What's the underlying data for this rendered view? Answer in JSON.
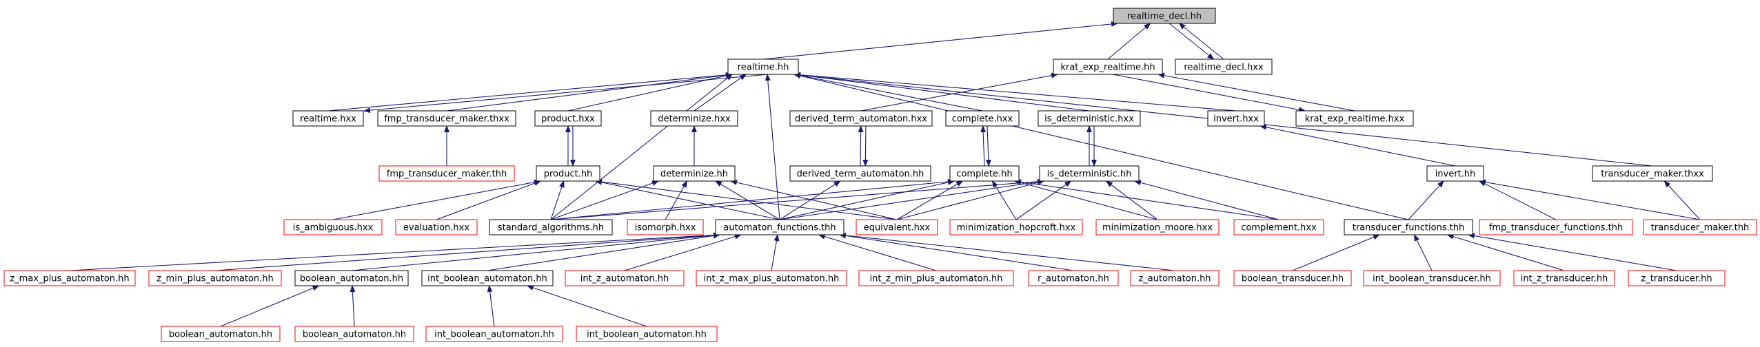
{
  "graph": {
    "colors": {
      "normal_border": "#000000",
      "missing_border": "#ff0000",
      "root_fill": "#bfbfbf",
      "node_fill": "#ffffff",
      "edge": "#191970"
    },
    "nodes": [
      {
        "id": "realtime_decl_hh",
        "label": "realtime_decl.hh",
        "status": "root"
      },
      {
        "id": "realtime_hh",
        "label": "realtime.hh",
        "status": "normal"
      },
      {
        "id": "krat_exp_realtime_hh",
        "label": "krat_exp_realtime.hh",
        "status": "normal"
      },
      {
        "id": "realtime_decl_hxx",
        "label": "realtime_decl.hxx",
        "status": "normal"
      },
      {
        "id": "realtime_hxx",
        "label": "realtime.hxx",
        "status": "normal"
      },
      {
        "id": "fmp_transducer_maker_thxx",
        "label": "fmp_transducer_maker.thxx",
        "status": "normal"
      },
      {
        "id": "product_hxx",
        "label": "product.hxx",
        "status": "normal"
      },
      {
        "id": "determinize_hxx",
        "label": "determinize.hxx",
        "status": "normal"
      },
      {
        "id": "derived_term_automaton_hxx",
        "label": "derived_term_automaton.hxx",
        "status": "normal"
      },
      {
        "id": "complete_hxx",
        "label": "complete.hxx",
        "status": "normal"
      },
      {
        "id": "is_deterministic_hxx",
        "label": "is_deterministic.hxx",
        "status": "normal"
      },
      {
        "id": "invert_hxx",
        "label": "invert.hxx",
        "status": "normal"
      },
      {
        "id": "krat_exp_realtime_hxx",
        "label": "krat_exp_realtime.hxx",
        "status": "normal"
      },
      {
        "id": "fmp_transducer_maker_thh",
        "label": "fmp_transducer_maker.thh",
        "status": "missing"
      },
      {
        "id": "product_hh",
        "label": "product.hh",
        "status": "normal"
      },
      {
        "id": "determinize_hh",
        "label": "determinize.hh",
        "status": "normal"
      },
      {
        "id": "derived_term_automaton_hh",
        "label": "derived_term_automaton.hh",
        "status": "normal"
      },
      {
        "id": "complete_hh",
        "label": "complete.hh",
        "status": "normal"
      },
      {
        "id": "is_deterministic_hh",
        "label": "is_deterministic.hh",
        "status": "normal"
      },
      {
        "id": "invert_hh",
        "label": "invert.hh",
        "status": "normal"
      },
      {
        "id": "transducer_maker_thxx",
        "label": "transducer_maker.thxx",
        "status": "normal"
      },
      {
        "id": "is_ambiguous_hxx",
        "label": "is_ambiguous.hxx",
        "status": "missing"
      },
      {
        "id": "evaluation_hxx",
        "label": "evaluation.hxx",
        "status": "missing"
      },
      {
        "id": "standard_algorithms_hh",
        "label": "standard_algorithms.hh",
        "status": "normal"
      },
      {
        "id": "isomorph_hxx",
        "label": "isomorph.hxx",
        "status": "missing"
      },
      {
        "id": "automaton_functions_thh",
        "label": "automaton_functions.thh",
        "status": "normal"
      },
      {
        "id": "equivalent_hxx",
        "label": "equivalent.hxx",
        "status": "missing"
      },
      {
        "id": "minimization_hopcroft_hxx",
        "label": "minimization_hopcroft.hxx",
        "status": "missing"
      },
      {
        "id": "minimization_moore_hxx",
        "label": "minimization_moore.hxx",
        "status": "missing"
      },
      {
        "id": "complement_hxx",
        "label": "complement.hxx",
        "status": "missing"
      },
      {
        "id": "transducer_functions_thh",
        "label": "transducer_functions.thh",
        "status": "normal"
      },
      {
        "id": "fmp_transducer_functions_thh",
        "label": "fmp_transducer_functions.thh",
        "status": "missing"
      },
      {
        "id": "transducer_maker_thh",
        "label": "transducer_maker.thh",
        "status": "missing"
      },
      {
        "id": "z_max_plus_automaton_hh",
        "label": "z_max_plus_automaton.hh",
        "status": "missing"
      },
      {
        "id": "z_min_plus_automaton_hh",
        "label": "z_min_plus_automaton.hh",
        "status": "missing"
      },
      {
        "id": "boolean_automaton_hh_a",
        "label": "boolean_automaton.hh",
        "status": "normal"
      },
      {
        "id": "int_boolean_automaton_hh_a",
        "label": "int_boolean_automaton.hh",
        "status": "normal"
      },
      {
        "id": "int_z_automaton_hh",
        "label": "int_z_automaton.hh",
        "status": "missing"
      },
      {
        "id": "int_z_max_plus_automaton_hh",
        "label": "int_z_max_plus_automaton.hh",
        "status": "missing"
      },
      {
        "id": "int_z_min_plus_automaton_hh",
        "label": "int_z_min_plus_automaton.hh",
        "status": "missing"
      },
      {
        "id": "r_automaton_hh",
        "label": "r_automaton.hh",
        "status": "missing"
      },
      {
        "id": "z_automaton_hh",
        "label": "z_automaton.hh",
        "status": "missing"
      },
      {
        "id": "boolean_transducer_hh",
        "label": "boolean_transducer.hh",
        "status": "missing"
      },
      {
        "id": "int_boolean_transducer_hh",
        "label": "int_boolean_transducer.hh",
        "status": "missing"
      },
      {
        "id": "int_z_transducer_hh",
        "label": "int_z_transducer.hh",
        "status": "missing"
      },
      {
        "id": "z_transducer_hh",
        "label": "z_transducer.hh",
        "status": "missing"
      },
      {
        "id": "boolean_automaton_hh_b1",
        "label": "boolean_automaton.hh",
        "status": "missing"
      },
      {
        "id": "boolean_automaton_hh_b2",
        "label": "boolean_automaton.hh",
        "status": "missing"
      },
      {
        "id": "int_boolean_automaton_hh_b1",
        "label": "int_boolean_automaton.hh",
        "status": "missing"
      },
      {
        "id": "int_boolean_automaton_hh_b2",
        "label": "int_boolean_automaton.hh",
        "status": "missing"
      }
    ],
    "edges": [
      [
        "realtime_hh",
        "realtime_decl_hh"
      ],
      [
        "krat_exp_realtime_hh",
        "realtime_decl_hh"
      ],
      [
        "realtime_decl_hxx",
        "realtime_decl_hh"
      ],
      [
        "realtime_decl_hh",
        "realtime_decl_hxx"
      ],
      [
        "realtime_hxx",
        "realtime_hh"
      ],
      [
        "realtime_hh",
        "realtime_hxx"
      ],
      [
        "fmp_transducer_maker_thxx",
        "realtime_hh"
      ],
      [
        "product_hxx",
        "realtime_hh"
      ],
      [
        "determinize_hxx",
        "realtime_hh"
      ],
      [
        "derived_term_automaton_hxx",
        "krat_exp_realtime_hh"
      ],
      [
        "complete_hxx",
        "realtime_hh"
      ],
      [
        "is_deterministic_hxx",
        "realtime_hh"
      ],
      [
        "invert_hxx",
        "realtime_hh"
      ],
      [
        "krat_exp_realtime_hxx",
        "krat_exp_realtime_hh"
      ],
      [
        "krat_exp_realtime_hh",
        "krat_exp_realtime_hxx"
      ],
      [
        "transducer_maker_thxx",
        "realtime_hh"
      ],
      [
        "fmp_transducer_maker_thh",
        "fmp_transducer_maker_thxx"
      ],
      [
        "product_hh",
        "product_hxx"
      ],
      [
        "product_hxx",
        "product_hh"
      ],
      [
        "determinize_hh",
        "determinize_hxx"
      ],
      [
        "derived_term_automaton_hh",
        "derived_term_automaton_hxx"
      ],
      [
        "derived_term_automaton_hxx",
        "derived_term_automaton_hh"
      ],
      [
        "complete_hh",
        "complete_hxx"
      ],
      [
        "complete_hxx",
        "complete_hh"
      ],
      [
        "is_deterministic_hh",
        "is_deterministic_hxx"
      ],
      [
        "is_deterministic_hxx",
        "is_deterministic_hh"
      ],
      [
        "invert_hh",
        "invert_hxx"
      ],
      [
        "transducer_maker_thh",
        "transducer_maker_thxx"
      ],
      [
        "is_ambiguous_hxx",
        "product_hh"
      ],
      [
        "evaluation_hxx",
        "product_hh"
      ],
      [
        "standard_algorithms_hh",
        "product_hh"
      ],
      [
        "standard_algorithms_hh",
        "realtime_hh"
      ],
      [
        "standard_algorithms_hh",
        "determinize_hh"
      ],
      [
        "standard_algorithms_hh",
        "complete_hh"
      ],
      [
        "standard_algorithms_hh",
        "is_deterministic_hh"
      ],
      [
        "automaton_functions_thh",
        "product_hh"
      ],
      [
        "automaton_functions_thh",
        "realtime_hh"
      ],
      [
        "automaton_functions_thh",
        "determinize_hh"
      ],
      [
        "automaton_functions_thh",
        "derived_term_automaton_hh"
      ],
      [
        "automaton_functions_thh",
        "complete_hh"
      ],
      [
        "automaton_functions_thh",
        "is_deterministic_hh"
      ],
      [
        "isomorph_hxx",
        "determinize_hh"
      ],
      [
        "equivalent_hxx",
        "product_hh"
      ],
      [
        "equivalent_hxx",
        "determinize_hh"
      ],
      [
        "equivalent_hxx",
        "complete_hh"
      ],
      [
        "equivalent_hxx",
        "is_deterministic_hh"
      ],
      [
        "minimization_hopcroft_hxx",
        "complete_hh"
      ],
      [
        "minimization_hopcroft_hxx",
        "is_deterministic_hh"
      ],
      [
        "minimization_moore_hxx",
        "complete_hh"
      ],
      [
        "minimization_moore_hxx",
        "is_deterministic_hh"
      ],
      [
        "complement_hxx",
        "complete_hh"
      ],
      [
        "complement_hxx",
        "is_deterministic_hh"
      ],
      [
        "transducer_functions_thh",
        "realtime_hh"
      ],
      [
        "transducer_functions_thh",
        "invert_hh"
      ],
      [
        "fmp_transducer_functions_thh",
        "invert_hh"
      ],
      [
        "transducer_maker_thh",
        "invert_hh"
      ],
      [
        "z_max_plus_automaton_hh",
        "automaton_functions_thh"
      ],
      [
        "z_min_plus_automaton_hh",
        "automaton_functions_thh"
      ],
      [
        "boolean_automaton_hh_a",
        "automaton_functions_thh"
      ],
      [
        "int_boolean_automaton_hh_a",
        "automaton_functions_thh"
      ],
      [
        "int_z_automaton_hh",
        "automaton_functions_thh"
      ],
      [
        "int_z_max_plus_automaton_hh",
        "automaton_functions_thh"
      ],
      [
        "int_z_min_plus_automaton_hh",
        "automaton_functions_thh"
      ],
      [
        "r_automaton_hh",
        "automaton_functions_thh"
      ],
      [
        "z_automaton_hh",
        "automaton_functions_thh"
      ],
      [
        "boolean_transducer_hh",
        "transducer_functions_thh"
      ],
      [
        "int_boolean_transducer_hh",
        "transducer_functions_thh"
      ],
      [
        "int_z_transducer_hh",
        "transducer_functions_thh"
      ],
      [
        "z_transducer_hh",
        "transducer_functions_thh"
      ],
      [
        "boolean_automaton_hh_b1",
        "boolean_automaton_hh_a"
      ],
      [
        "boolean_automaton_hh_b2",
        "boolean_automaton_hh_a"
      ],
      [
        "int_boolean_automaton_hh_b1",
        "int_boolean_automaton_hh_a"
      ],
      [
        "int_boolean_automaton_hh_b2",
        "int_boolean_automaton_hh_a"
      ]
    ]
  }
}
